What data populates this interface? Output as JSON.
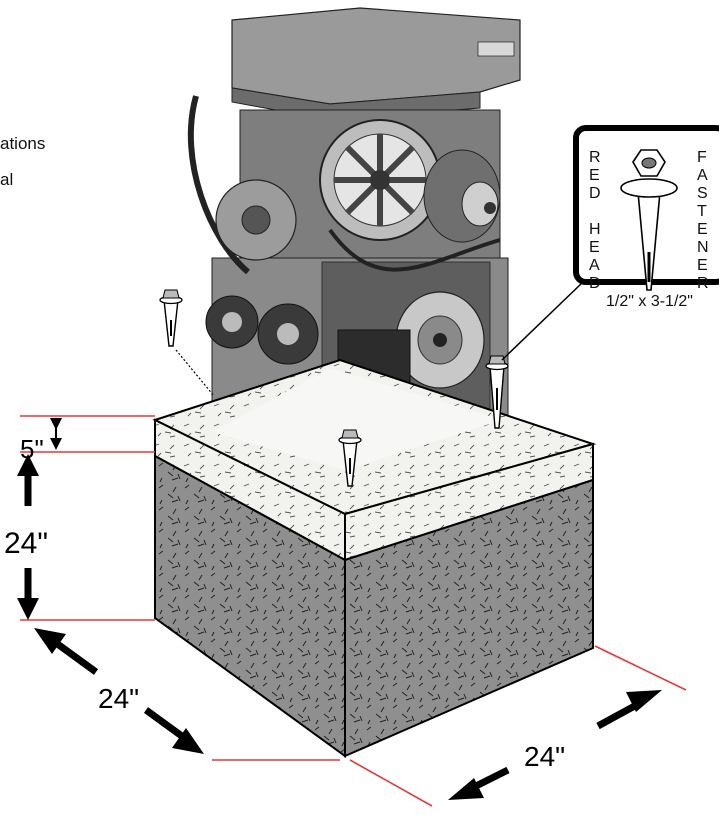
{
  "side_text": [
    "ations",
    "al"
  ],
  "callout": {
    "left_letters": [
      "R",
      "E",
      "D",
      "",
      "H",
      "E",
      "A",
      "D"
    ],
    "right_letters": [
      "F",
      "A",
      "S",
      "T",
      "E",
      "N",
      "E",
      "R"
    ],
    "size_label": "1/2\" x 3-1/2\""
  },
  "dimensions": {
    "cap_depth": "5\"",
    "block_height": "24\"",
    "block_width_left": "24\"",
    "block_width_right": "24\""
  },
  "colors": {
    "dimension_line": "#e23a3a",
    "concrete_side": "#8f8f8f",
    "concrete_top": "#f2f2ee",
    "outline": "#000000"
  }
}
